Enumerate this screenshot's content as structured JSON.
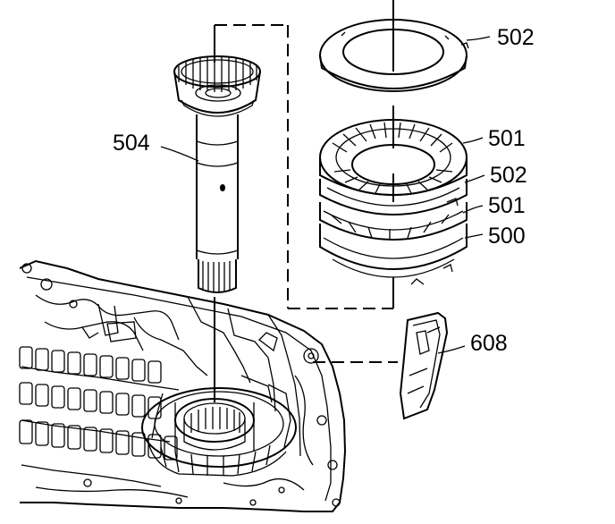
{
  "callouts": {
    "c502_top": "502",
    "c501_upper": "501",
    "c502_mid": "502",
    "c501_lower": "501",
    "c500": "500",
    "c504": "504",
    "c608": "608"
  }
}
